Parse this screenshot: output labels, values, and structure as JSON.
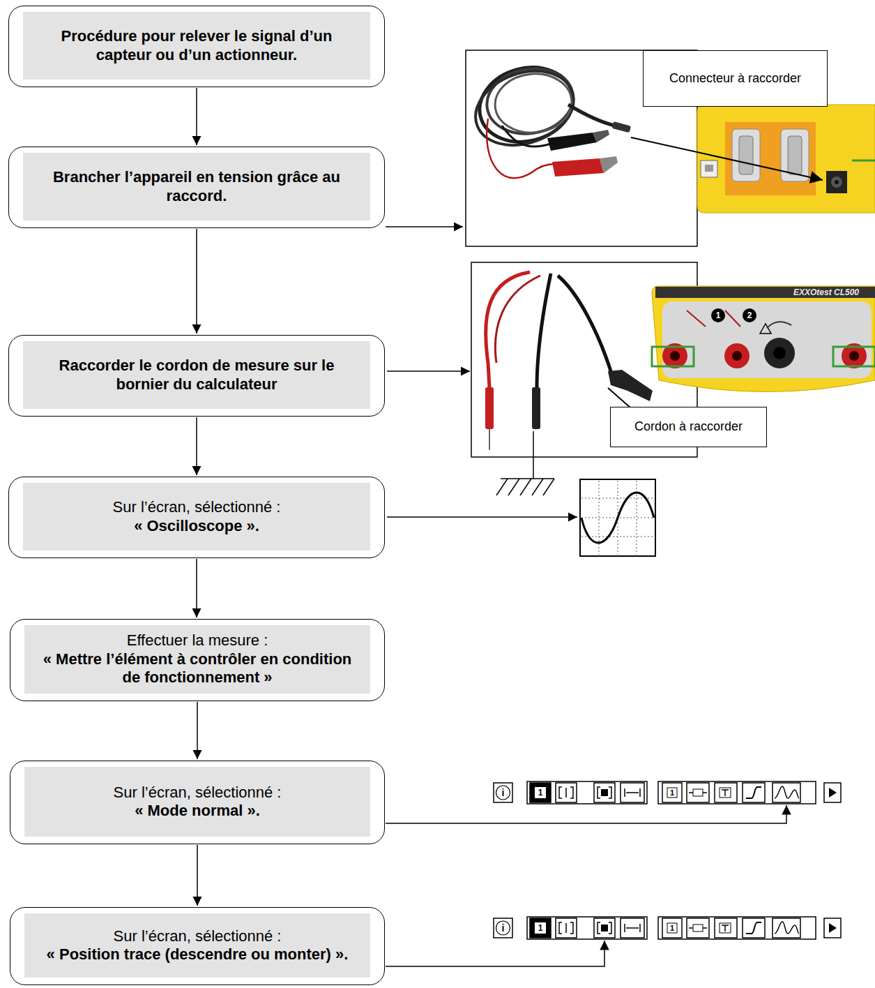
{
  "diagram": {
    "nodes": [
      {
        "text": [
          "Procédure pour relever le signal d’un capteur ou d’un actionneur."
        ]
      },
      {
        "text": [
          "Brancher l’appareil en tension grâce au raccord."
        ]
      },
      {
        "text": [
          "Raccorder le cordon de mesure sur le bornier du calculateur"
        ]
      },
      {
        "text": [
          "Sur l’écran, sélectionné :",
          "« Oscilloscope »."
        ]
      },
      {
        "text": [
          "Effectuer la mesure :",
          "« Mettre l’élément à contrôler en condition de fonctionnement »"
        ]
      },
      {
        "text": [
          "Sur l’écran, sélectionné :",
          "« Mode normal »."
        ]
      },
      {
        "text": [
          "Sur l’écran, sélectionné :",
          "« Position trace (descendre ou monter) »."
        ]
      },
      {
        "text": [
          "Connecteur à raccorder"
        ]
      },
      {
        "text": [
          "Cordon à raccorder"
        ]
      }
    ],
    "edges": [
      {
        "from": 0,
        "to": 1,
        "arrow": "to"
      },
      {
        "from": 1,
        "to": 2,
        "arrow": "to"
      },
      {
        "from": 2,
        "to": 3,
        "arrow": "to"
      },
      {
        "from": 3,
        "to": 4,
        "arrow": "to"
      },
      {
        "from": 4,
        "to": 5,
        "arrow": "to"
      },
      {
        "from": 5,
        "to": 6,
        "arrow": "to"
      }
    ],
    "labels": [
      "EXXOtest CL500",
      "1",
      "2",
      "i",
      "1",
      "1",
      "i",
      "1",
      "1"
    ]
  }
}
